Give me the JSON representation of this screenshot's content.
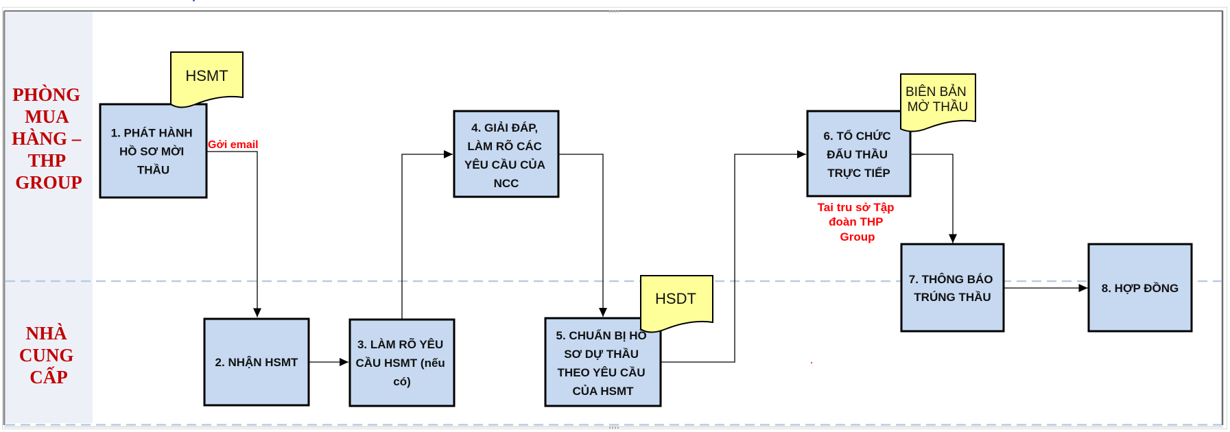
{
  "colors": {
    "process_fill": "#c6d9f1",
    "document_fill": "#ffff99",
    "lane_label": "#c00000",
    "annotation": "#ff0000",
    "lane_divider": "#b8cce4",
    "lane_header_bg": "#eef0f8"
  },
  "lanes": [
    {
      "label_lines": [
        "PHÒNG",
        "MUA",
        "HÀNG –",
        "THP",
        "GROUP"
      ]
    },
    {
      "label_lines": [
        "NHÀ",
        "CUNG",
        "CẤP"
      ]
    }
  ],
  "steps": [
    {
      "number": 1,
      "lines": [
        "1. PHÁT HÀNH",
        "HỒ SƠ MỜI",
        "THẦU"
      ]
    },
    {
      "number": 2,
      "lines": [
        "2. NHẬN HSMT"
      ]
    },
    {
      "number": 3,
      "lines": [
        "3. LÀM RÕ YÊU",
        "CẦU HSMT (nếu",
        "có)"
      ]
    },
    {
      "number": 4,
      "lines": [
        "4. GIẢI ĐÁP,",
        "LÀM RÕ CÁC",
        "YÊU CẦU CỦA",
        "NCC"
      ]
    },
    {
      "number": 5,
      "lines": [
        "5. CHUẨN BỊ HỒ",
        "SƠ DỰ THẦU",
        "THEO YÊU CẦU",
        "CỦA HSMT"
      ]
    },
    {
      "number": 6,
      "lines": [
        "6. TỔ CHỨC",
        "ĐẤU THẦU",
        "TRỰC TIẾP"
      ]
    },
    {
      "number": 7,
      "lines": [
        "7. THÔNG BÁO",
        "TRÚNG THẦU"
      ]
    },
    {
      "number": 8,
      "lines": [
        "8. HỢP ĐỒNG"
      ]
    }
  ],
  "documents": [
    {
      "attached_to_step": 1,
      "lines": [
        "HSMT"
      ]
    },
    {
      "attached_to_step": 5,
      "lines": [
        "HSDT"
      ]
    },
    {
      "attached_to_step": 6,
      "lines": [
        "BIÊN  BẢN",
        "MỜ THẦU"
      ]
    }
  ],
  "annotations": [
    {
      "attached_to_step": 1,
      "lines": [
        "Gởi email"
      ]
    },
    {
      "attached_to_step": 6,
      "lines": [
        "Tai tru sở Tập",
        "đoàn  THP",
        "Group"
      ]
    }
  ],
  "connectors": [
    {
      "from": 1,
      "to": 2
    },
    {
      "from": 2,
      "to": 3
    },
    {
      "from": 3,
      "to": 4
    },
    {
      "from": 4,
      "to": 5
    },
    {
      "from": 5,
      "to": 6
    },
    {
      "from": 6,
      "to": 7
    },
    {
      "from": 7,
      "to": 8
    }
  ]
}
